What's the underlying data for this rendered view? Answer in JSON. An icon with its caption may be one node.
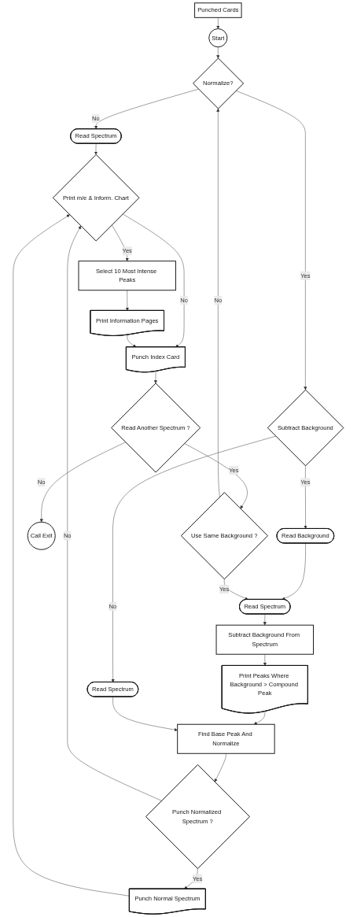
{
  "diagram": {
    "nodes": [
      {
        "text": [
          "Punched Cards"
        ]
      },
      {
        "text": [
          "Start"
        ]
      },
      {
        "text": [
          "Normalize?"
        ]
      },
      {
        "text": [
          "Read Spectrum"
        ]
      },
      {
        "text": [
          "Subtract Background"
        ]
      },
      {
        "text": [
          "Read Spectrum"
        ]
      },
      {
        "text": [
          "Read Background"
        ]
      },
      {
        "text": [
          "Read Spectrum"
        ]
      },
      {
        "text": [
          "Subtract Background From Spectrum"
        ]
      },
      {
        "text": [
          "Print Peaks Where Background > Compound Peak"
        ]
      },
      {
        "text": [
          "Find Base Peak And Normalize"
        ]
      },
      {
        "text": [
          "Punch Normalized Spectrum ?"
        ]
      },
      {
        "text": [
          "Punch Normal Spectrum"
        ]
      },
      {
        "text": [
          "Print m/e & Inform. Chart"
        ]
      },
      {
        "text": [
          "Select 10 Most Intense Peaks"
        ]
      },
      {
        "text": [
          "Print Information Pages"
        ]
      },
      {
        "text": [
          "Punch Index Card"
        ]
      },
      {
        "text": [
          "Read Another Spectrum ?"
        ]
      },
      {
        "text": [
          "Call Exit"
        ]
      },
      {
        "text": [
          "Use Same Background ?"
        ]
      }
    ],
    "edges": [
      {
        "from": 0,
        "to": 1,
        "arrow": "to"
      },
      {
        "from": 1,
        "to": 2,
        "arrow": "to"
      },
      {
        "from": 2,
        "to": 3,
        "arrow": "to",
        "label": "No"
      },
      {
        "from": 2,
        "to": 4,
        "arrow": "to",
        "label": "Yes"
      },
      {
        "from": 4,
        "to": 5,
        "arrow": "to",
        "label": "No"
      },
      {
        "from": 4,
        "to": 6,
        "arrow": "to",
        "label": "Yes"
      },
      {
        "from": 6,
        "to": 7,
        "arrow": "to"
      },
      {
        "from": 7,
        "to": 8,
        "arrow": "to"
      },
      {
        "from": 8,
        "to": 9,
        "arrow": "to"
      },
      {
        "from": 9,
        "to": 10,
        "arrow": "to"
      },
      {
        "from": 5,
        "to": 10,
        "arrow": "to"
      },
      {
        "from": 10,
        "to": 11,
        "arrow": "to"
      },
      {
        "from": 11,
        "to": 12,
        "arrow": "to",
        "label": "Yes"
      },
      {
        "from": 11,
        "to": 13,
        "arrow": "to",
        "label": "No"
      },
      {
        "from": 12,
        "to": 13,
        "arrow": "to"
      },
      {
        "from": 3,
        "to": 13,
        "arrow": "to"
      },
      {
        "from": 13,
        "to": 14,
        "arrow": "to",
        "label": "Yes"
      },
      {
        "from": 13,
        "to": 16,
        "arrow": "to",
        "label": "No"
      },
      {
        "from": 14,
        "to": 15,
        "arrow": "to"
      },
      {
        "from": 15,
        "to": 16,
        "arrow": "to"
      },
      {
        "from": 16,
        "to": 17,
        "arrow": "to"
      },
      {
        "from": 17,
        "to": 18,
        "arrow": "to",
        "label": "No"
      },
      {
        "from": 17,
        "to": 19,
        "arrow": "to",
        "label": "Yes"
      },
      {
        "from": 19,
        "to": 2,
        "arrow": "to",
        "label": "No"
      },
      {
        "from": 19,
        "to": 7,
        "arrow": "to",
        "label": "Yes"
      }
    ]
  }
}
